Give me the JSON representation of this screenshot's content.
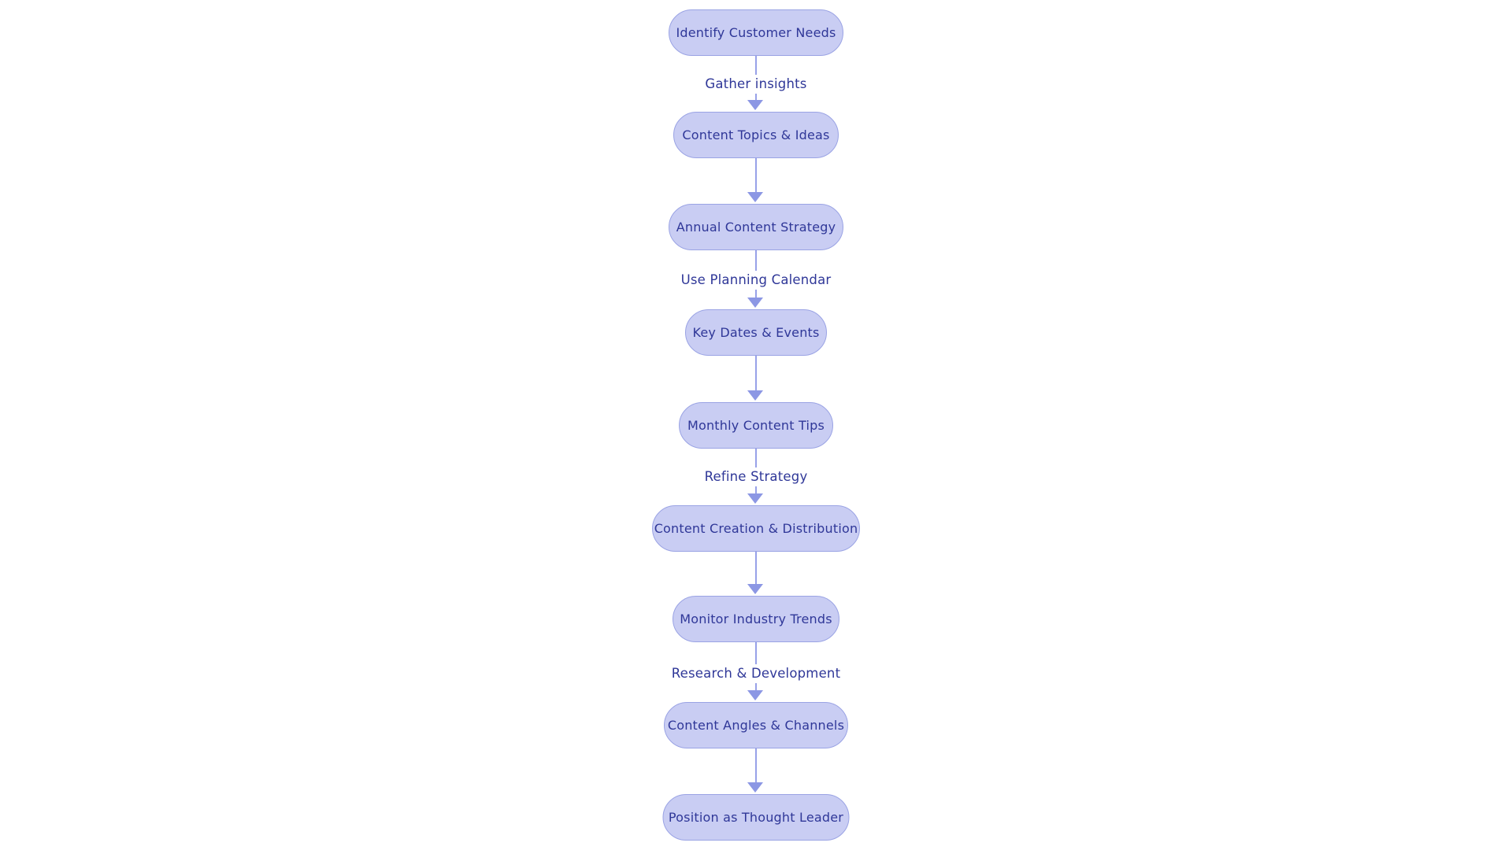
{
  "diagram": {
    "type": "flowchart",
    "orientation": "top-to-bottom",
    "colors": {
      "background": "#ffffff",
      "node_fill": "#c9cdf3",
      "node_border": "#9aa3e4",
      "arrow": "#98a1e8",
      "arrowhead": "#8c97e4",
      "text": "#2f3798"
    },
    "nodes": [
      {
        "label": "Identify Customer Needs"
      },
      {
        "label": "Content Topics & Ideas"
      },
      {
        "label": "Annual Content Strategy"
      },
      {
        "label": "Key Dates & Events"
      },
      {
        "label": "Monthly Content Tips"
      },
      {
        "label": "Content Creation & Distribution"
      },
      {
        "label": "Monitor Industry Trends"
      },
      {
        "label": "Content Angles & Channels"
      },
      {
        "label": "Position as Thought Leader"
      }
    ],
    "edges": [
      {
        "from": 0,
        "to": 1,
        "label": "Gather insights"
      },
      {
        "from": 1,
        "to": 2,
        "label": ""
      },
      {
        "from": 2,
        "to": 3,
        "label": "Use Planning Calendar"
      },
      {
        "from": 3,
        "to": 4,
        "label": ""
      },
      {
        "from": 4,
        "to": 5,
        "label": "Refine Strategy"
      },
      {
        "from": 5,
        "to": 6,
        "label": ""
      },
      {
        "from": 6,
        "to": 7,
        "label": "Research & Development"
      },
      {
        "from": 7,
        "to": 8,
        "label": ""
      }
    ]
  }
}
